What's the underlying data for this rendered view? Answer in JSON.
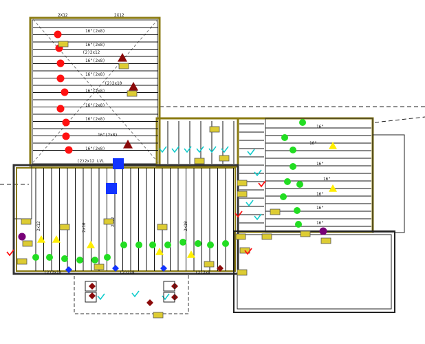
{
  "app": {
    "title": "Floor framing plan"
  },
  "palette": {
    "wall": "#8a7a10",
    "wall_inner": "#4a4a4a",
    "joist": "#111111",
    "green": "#22dd22",
    "red": "#ff1111",
    "darkred": "#8b0a0a",
    "blue": "#1133ff",
    "yellow": "#ffee00",
    "purple": "#770077",
    "cyan": "#11cccc",
    "tag": "#ddcc33"
  },
  "labels": {
    "top_dims": [
      "2X12",
      "2X12"
    ],
    "top_joists": [
      "16\"(2x8)",
      "16\"(2x8)",
      "16\"(2x8)",
      "16\"(2x8)",
      "16\"(2x8)",
      "16\"(2x8)",
      "16\"(2x8)",
      "16\"(2x8)",
      "16\"(2x8)"
    ],
    "beam_a": "(2)2x12",
    "beam_b": "(2)2x10",
    "mid_header": "(2)2x12 LVL",
    "right_joists": [
      "16\"",
      "16\"",
      "16\"",
      "16\"",
      "16\"",
      "16\"",
      "16\""
    ],
    "left_vertical": [
      "2x12",
      "2x10",
      "2x12",
      "2x10"
    ],
    "bottom_notes": [
      "(2)2x10",
      "(2)2x8",
      "(2)2x8"
    ]
  },
  "icons": {
    "green_dot": "post-green-dot-icon",
    "red_dot": "post-red-dot-icon",
    "dark_triangle": "load-triangle-icon",
    "yellow_triangle": "warning-triangle-icon",
    "blue_square": "column-square-icon",
    "blue_diamond": "anchor-diamond-icon",
    "tag": "note-tag-icon",
    "check": "checkmark-icon"
  }
}
